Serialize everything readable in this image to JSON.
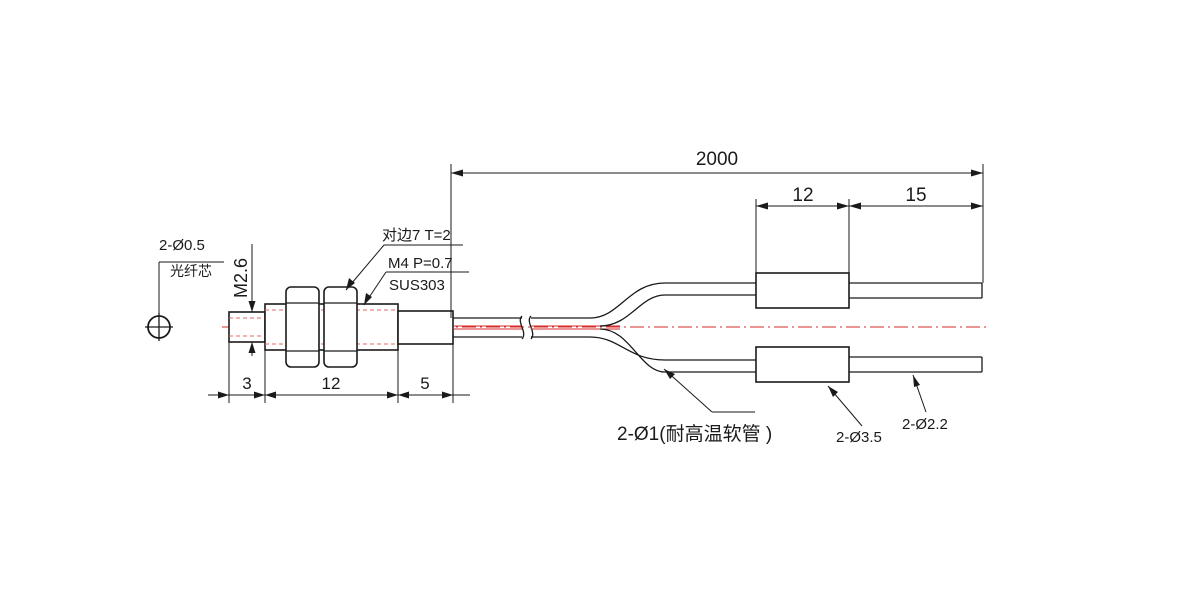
{
  "dimensions": {
    "total_length": "2000",
    "sleeve_length": "12",
    "tip_length": "15",
    "probe_tip": "3",
    "thread_length": "12",
    "ferrule_length": "5",
    "tip_diameter": "M2.6"
  },
  "callouts": {
    "core_diameter": "2-Ø0.5",
    "core_label": "光纤芯",
    "nut_spec": "对边7 T=2",
    "thread_spec": "M4 P=0.7",
    "material": "SUS303",
    "fiber_jacket": "2-Ø1(耐高温软管 )",
    "sleeve_diameter": "2-Ø3.5",
    "end_diameter": "2-Ø2.2"
  },
  "colors": {
    "line": "#1a1a1a",
    "centerline": "#d42a2a",
    "background": "#ffffff"
  }
}
